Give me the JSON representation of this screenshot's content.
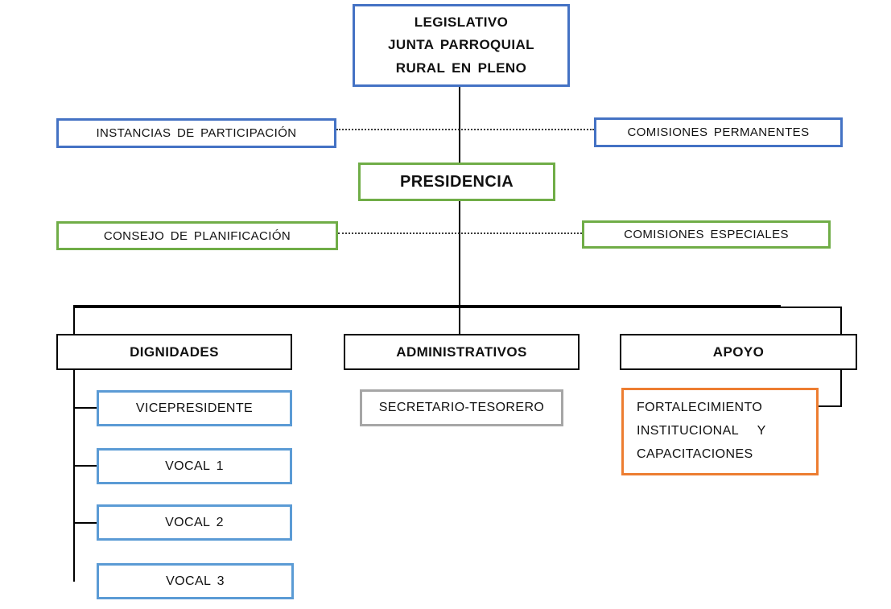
{
  "palette": {
    "blue": "#4472C4",
    "green": "#70AD47",
    "light_blue": "#5B9BD5",
    "gray": "#A6A6A6",
    "orange": "#ED7D31",
    "black": "#000000",
    "connector": "#000000",
    "background": "#FFFFFF"
  },
  "nodes": {
    "legislativo": {
      "lines": [
        "LEGISLATIVO",
        "JUNTA PARROQUIAL",
        "RURAL EN PLENO"
      ],
      "border": "#4472C4"
    },
    "instancias_participacion": {
      "label": "INSTANCIAS DE PARTICIPACIÓN",
      "border": "#4472C4"
    },
    "comisiones_permanentes": {
      "label": "COMISIONES PERMANENTES",
      "border": "#4472C4"
    },
    "presidencia": {
      "label": "PRESIDENCIA",
      "border": "#70AD47"
    },
    "consejo_planificacion": {
      "label": "CONSEJO DE PLANIFICACIÓN",
      "border": "#70AD47"
    },
    "comisiones_especiales": {
      "label": "COMISIONES ESPECIALES",
      "border": "#70AD47"
    },
    "dignidades": {
      "label": "DIGNIDADES",
      "border": "#000000"
    },
    "administrativos": {
      "label": "ADMINISTRATIVOS",
      "border": "#000000"
    },
    "apoyo": {
      "label": "APOYO",
      "border": "#000000"
    },
    "vicepresidente": {
      "label": "VICEPRESIDENTE",
      "border": "#5B9BD5"
    },
    "vocal_1": {
      "label": "VOCAL 1",
      "border": "#5B9BD5"
    },
    "vocal_2": {
      "label": "VOCAL 2",
      "border": "#5B9BD5"
    },
    "vocal_3": {
      "label": "VOCAL 3",
      "border": "#5B9BD5"
    },
    "secretario_tesorero": {
      "label": "SECRETARIO-TESORERO",
      "border": "#A6A6A6"
    },
    "fortalecimiento": {
      "lines": [
        "FORTALECIMIENTO",
        "INSTITUCIONAL   Y",
        "CAPACITACIONES"
      ],
      "border": "#ED7D31"
    }
  }
}
